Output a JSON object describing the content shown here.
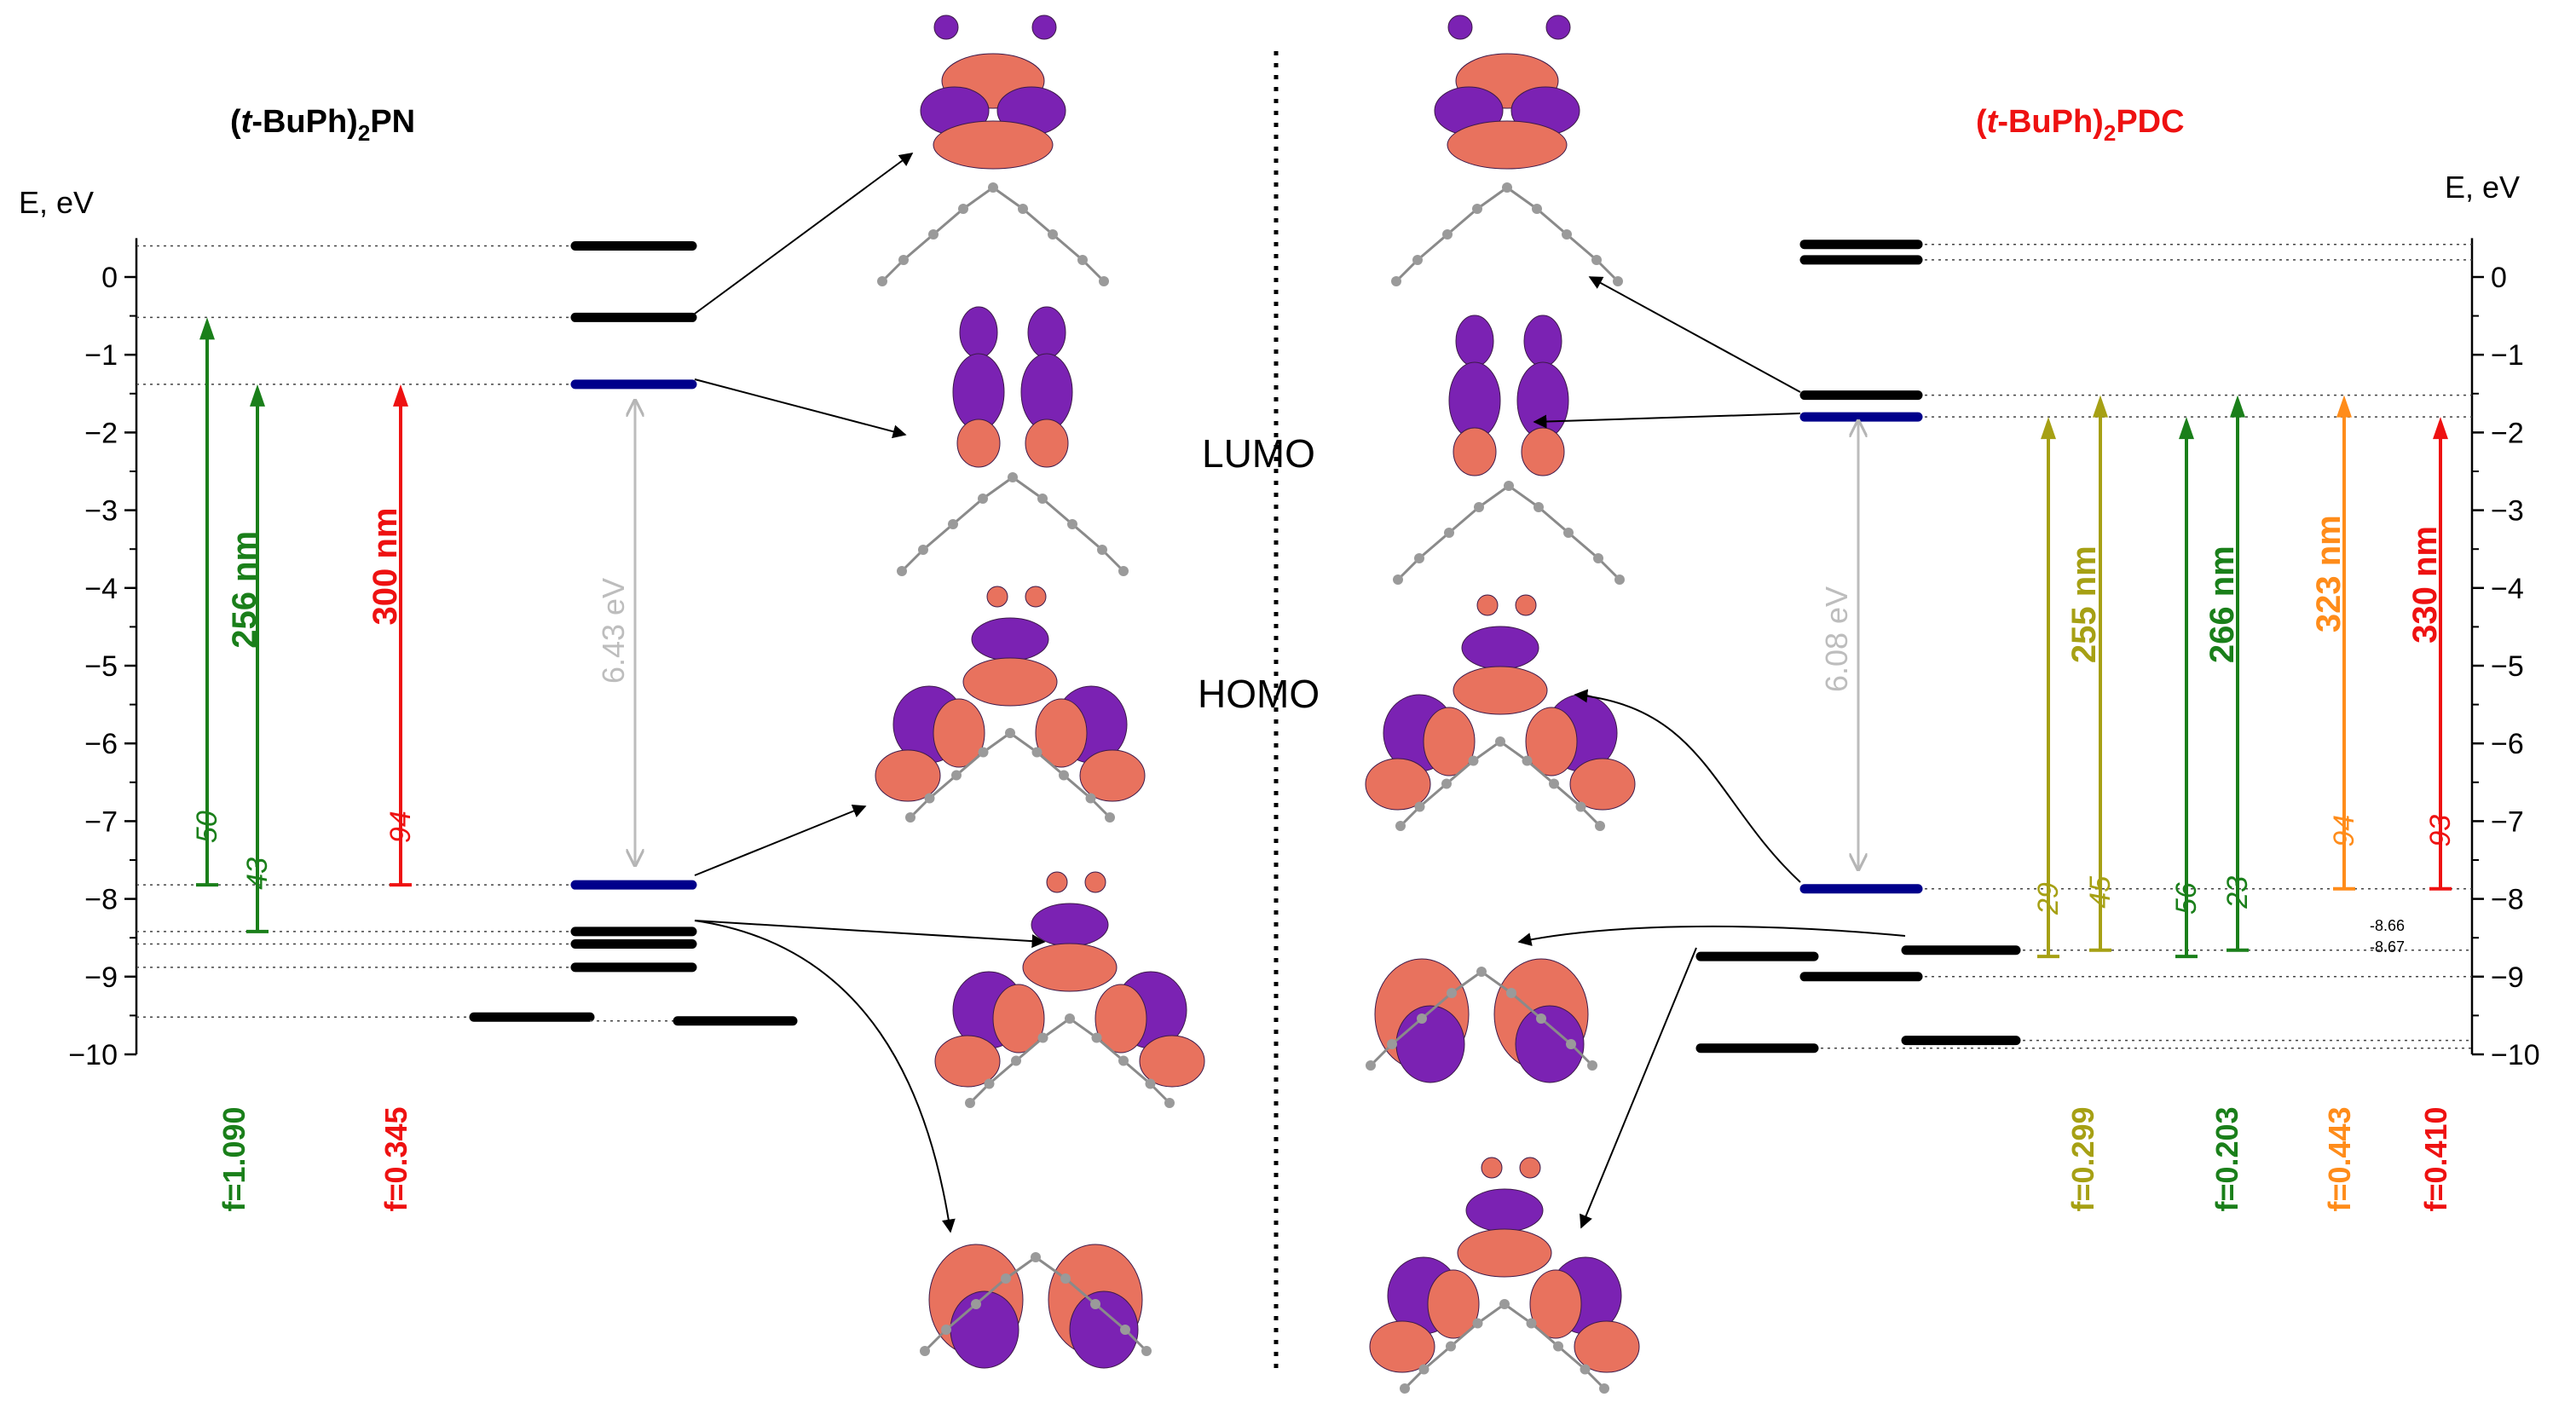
{
  "left_panel": {
    "title_prefix": "(",
    "title_italic": "t",
    "title_mid": "-BuPh)",
    "title_sub": "2",
    "title_suffix": "PN",
    "axis_label": "E, eV",
    "ticks": [
      "0",
      "−1",
      "−2",
      "−3",
      "−4",
      "−5",
      "−6",
      "−7",
      "−8",
      "−9",
      "−10"
    ],
    "gap_label": "6.43 eV",
    "transitions": [
      {
        "nm": "",
        "weight": "50",
        "color": "#1a7f1a"
      },
      {
        "nm": "256 nm",
        "weight": "43",
        "color": "#1a7f1a"
      },
      {
        "nm": "300 nm",
        "weight": "94",
        "color": "#ee1111"
      }
    ],
    "oscillator": [
      {
        "label": "f=1.090",
        "color": "#1a7f1a"
      },
      {
        "label": "f=0.345",
        "color": "#ee1111"
      }
    ],
    "levels_ev": [
      0.4,
      -0.52,
      -1.38,
      -7.82,
      -8.42,
      -8.58,
      -8.88,
      -9.52,
      -9.57
    ]
  },
  "right_panel": {
    "title_prefix": "(",
    "title_italic": "t",
    "title_mid": "-BuPh)",
    "title_sub": "2",
    "title_suffix": "PDC",
    "axis_label": "E, eV",
    "ticks": [
      "0",
      "−1",
      "−2",
      "−3",
      "−4",
      "−5",
      "−6",
      "−7",
      "−8",
      "−9",
      "−10"
    ],
    "gap_label": "6.08 eV",
    "level_note_1": "-8.66",
    "level_note_2": "-8.67",
    "transitions": [
      {
        "nm": "",
        "weight": "29",
        "color": "#a6a014"
      },
      {
        "nm": "255 nm",
        "weight": "45",
        "color": "#a6a014"
      },
      {
        "nm": "",
        "weight": "56",
        "color": "#1a7f1a"
      },
      {
        "nm": "266 nm",
        "weight": "23",
        "color": "#1a7f1a"
      },
      {
        "nm": "323 nm",
        "weight": "94",
        "color": "#ff8c1a"
      },
      {
        "nm": "330 nm",
        "weight": "93",
        "color": "#ee1111"
      }
    ],
    "oscillator": [
      {
        "label": "f=0.299",
        "color": "#a6a014"
      },
      {
        "label": "f=0.203",
        "color": "#1a7f1a"
      },
      {
        "label": "f=0.443",
        "color": "#ff8c1a"
      },
      {
        "label": "f=0.410",
        "color": "#ee1111"
      }
    ],
    "levels_ev": [
      0.42,
      0.22,
      -1.52,
      -1.8,
      -7.87,
      -8.66,
      -8.67,
      -9.0,
      -9.82,
      -9.92
    ]
  },
  "center": {
    "lumo_label": "LUMO",
    "homo_label": "HOMO"
  },
  "colors": {
    "homo_lumo_level": "#00008b",
    "other_level": "#000000",
    "lobe_positive": "#e8725e",
    "lobe_negative": "#7b22b3",
    "gap_arrow": "#c0c0c0"
  }
}
